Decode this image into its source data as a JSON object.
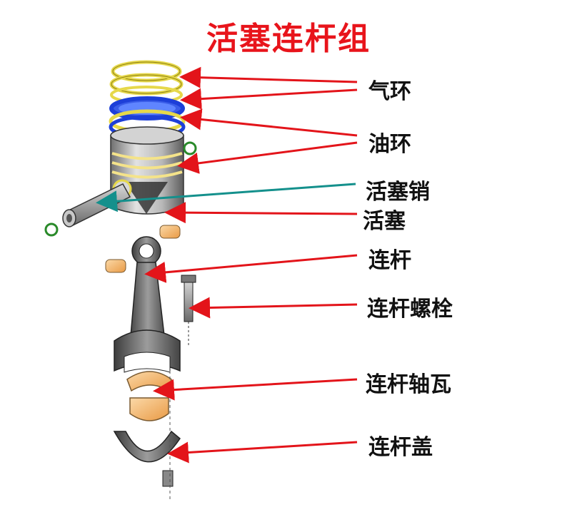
{
  "title": "活塞连杆组",
  "labels": {
    "qihuan": "气环",
    "youhuan": "油环",
    "huosaixiao": "活塞销",
    "huosai": "活塞",
    "liangan": "连杆",
    "liangan_luoshuan": "连杆螺栓",
    "liangan_zhouwa": "连杆轴瓦",
    "liangan_gai": "连杆盖"
  },
  "colors": {
    "title": "#e8141b",
    "arrow_red": "#e3141a",
    "arrow_teal": "#14908c",
    "ring_gold": "#e6d84a",
    "oil_ring_blue": "#1d3fd8",
    "bearing_orange": "#f2a85a",
    "part_gray": "#9a9a9a",
    "circlip_green": "#2a8a2a"
  }
}
